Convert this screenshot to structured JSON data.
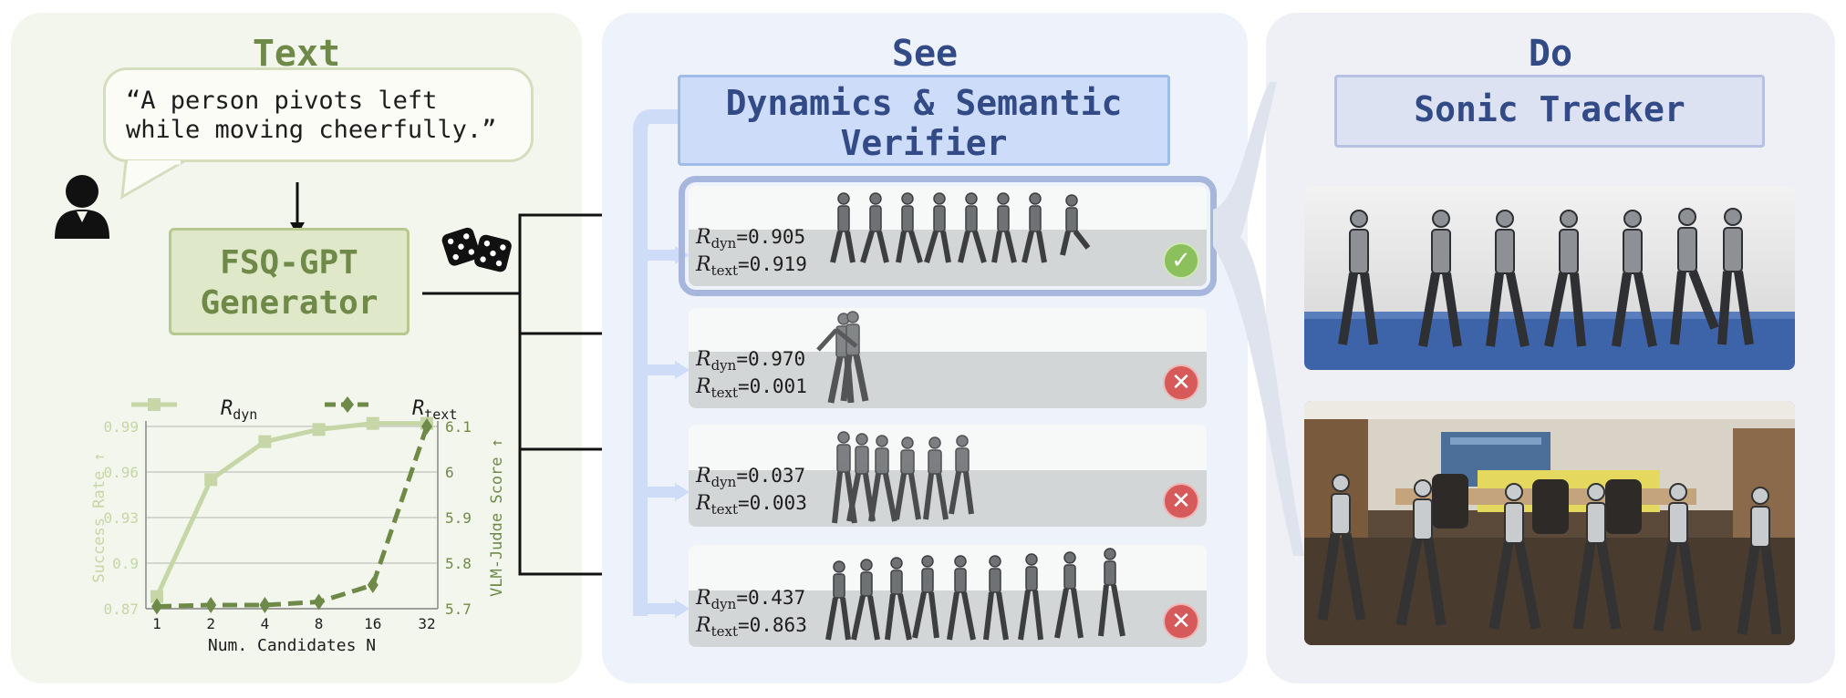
{
  "panels": {
    "text": {
      "title": "Text"
    },
    "see": {
      "title": "See"
    },
    "do": {
      "title": "Do"
    }
  },
  "prompt": {
    "line1": "“A person pivots left",
    "line2": "while moving cheerfully.”"
  },
  "generator": {
    "line1": "FSQ-GPT",
    "line2": "Generator"
  },
  "verifier": {
    "line1": "Dynamics & Semantic",
    "line2": "Verifier"
  },
  "tracker": {
    "label": "Sonic Tracker"
  },
  "candidates": [
    {
      "r_dyn": "=0.905",
      "r_text": "=0.919",
      "status": "accepted"
    },
    {
      "r_dyn": "=0.970",
      "r_text": "=0.001",
      "status": "rejected"
    },
    {
      "r_dyn": "=0.037",
      "r_text": "=0.003",
      "status": "rejected"
    },
    {
      "r_dyn": "=0.437",
      "r_text": "=0.863",
      "status": "rejected"
    }
  ],
  "metric_labels": {
    "r": "R",
    "dyn": "dyn",
    "text": "text"
  },
  "icons": {
    "check": "✓",
    "cross": "✕"
  },
  "colors": {
    "dyn_series": "#c6d6a6",
    "text_series": "#6f8a48",
    "accept": "#8cc05c",
    "reject": "#d65a5a",
    "see_title": "#324a86"
  },
  "chart_data": {
    "type": "line",
    "x": [
      "1",
      "2",
      "4",
      "8",
      "16",
      "32"
    ],
    "xlabel": "Num. Candidates N",
    "y_left_label": "Success Rate ↑",
    "y_right_label": "VLM-Judge Score ↑",
    "y_left_ticks": [
      "0.87",
      "0.9",
      "0.93",
      "0.96",
      "0.99"
    ],
    "y_right_ticks": [
      "5.7",
      "5.8",
      "5.9",
      "6",
      "6.1"
    ],
    "y_left_range": [
      0.87,
      0.99
    ],
    "y_right_range": [
      5.7,
      6.1
    ],
    "legend_position": "top",
    "series": [
      {
        "name": "R_dyn",
        "axis": "left",
        "marker": "square",
        "style": "solid",
        "values": [
          0.878,
          0.955,
          0.98,
          0.988,
          0.992,
          0.992
        ]
      },
      {
        "name": "R_text",
        "axis": "right",
        "marker": "diamond",
        "style": "dashed",
        "values": [
          5.705,
          5.708,
          5.708,
          5.715,
          5.752,
          6.1
        ]
      }
    ]
  }
}
